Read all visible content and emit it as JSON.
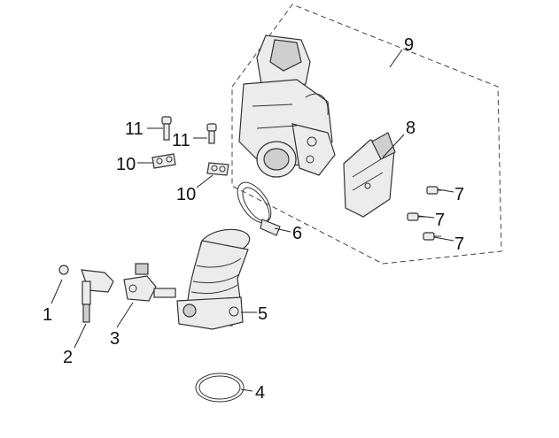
{
  "labels": {
    "p1": "1",
    "p2": "2",
    "p3": "3",
    "p4": "4",
    "p5": "5",
    "p6": "6",
    "p7a": "7",
    "p7b": "7",
    "p7c": "7",
    "p8": "8",
    "p9": "9",
    "p10a": "10",
    "p10b": "10",
    "p11a": "11",
    "p11b": "11"
  }
}
